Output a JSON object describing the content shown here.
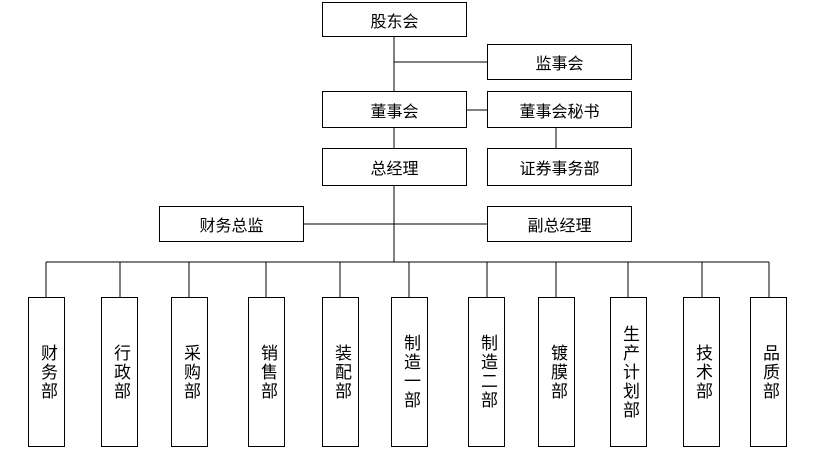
{
  "nodes": {
    "shareholders": "股东会",
    "supervisors": "监事会",
    "board": "董事会",
    "board_secretary": "董事会秘书",
    "general_manager": "总经理",
    "securities_dept": "证券事务部",
    "finance_director": "财务总监",
    "deputy_gm": "副总经理"
  },
  "departments": [
    "财务部",
    "行政部",
    "采购部",
    "销售部",
    "装配部",
    "制造一部",
    "制造二部",
    "镀膜部",
    "生产计划部",
    "技术部",
    "品质部"
  ]
}
